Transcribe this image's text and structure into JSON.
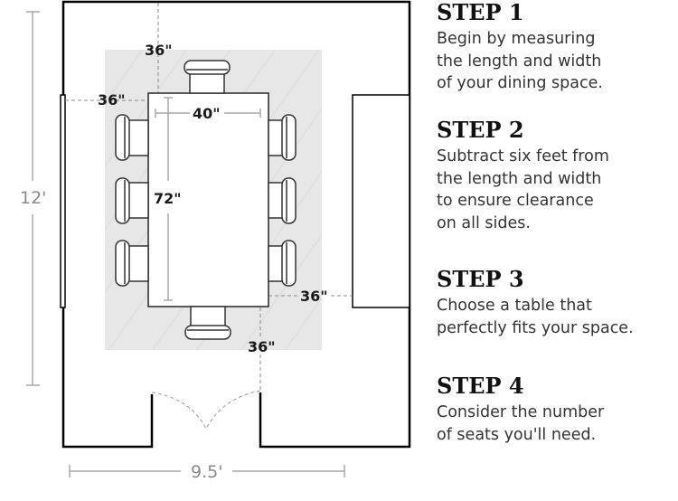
{
  "diagram": {
    "room": {
      "height_label": "12'",
      "width_label": "9.5'"
    },
    "table": {
      "width_label": "40\"",
      "length_label": "72\""
    },
    "clearances": {
      "top": "36\"",
      "left": "36\"",
      "right": "36\"",
      "bottom": "36\""
    },
    "colors": {
      "wall": "#000000",
      "rug": "#e6e6e6",
      "dimension": "#a8a8a8",
      "clearance_line": "#888888"
    }
  },
  "steps": [
    {
      "title": "STEP 1",
      "body": "Begin by measuring\nthe length and width\nof your dining space."
    },
    {
      "title": "STEP 2",
      "body": "Subtract six feet from\nthe length and width\nto ensure clearance\non all sides."
    },
    {
      "title": "STEP 3",
      "body": "Choose a table that\nperfectly fits your space."
    },
    {
      "title": "STEP 4",
      "body": "Consider the number\nof seats you'll need."
    }
  ]
}
